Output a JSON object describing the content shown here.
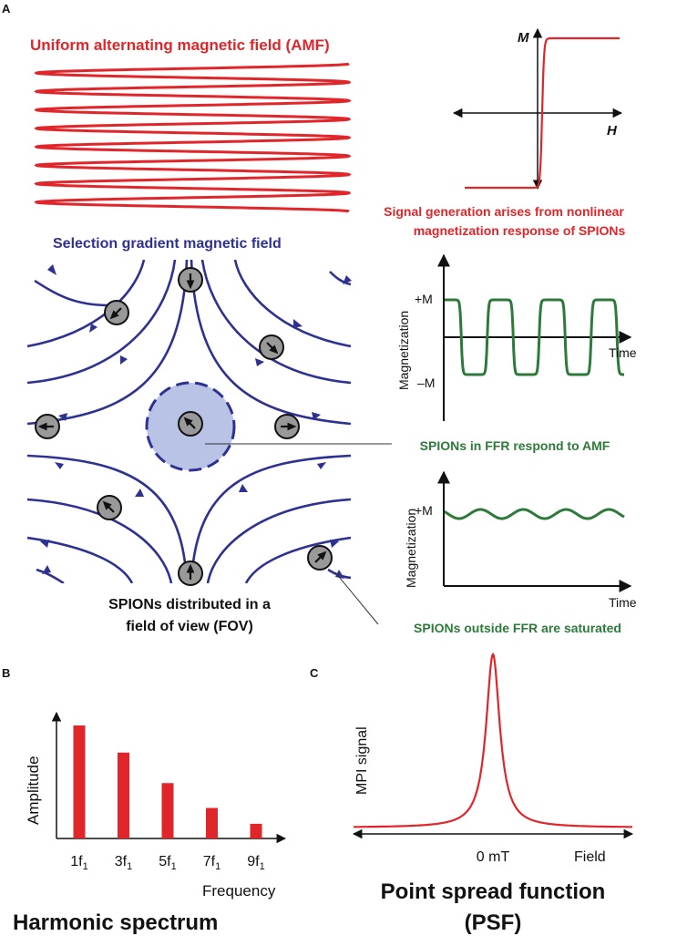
{
  "colors": {
    "amf": "#e0262a",
    "gradient": "#2e3192",
    "ffr_fill": "#b9c3e6",
    "response": "#2d7a3a",
    "bar": "#e0262a",
    "psf": "#e0262a"
  },
  "panel_a": {
    "label": "A",
    "amf_title": "Uniform alternating magnetic field (AMF)",
    "gradient_title": "Selection gradient magnetic field",
    "fov_caption_line1": "SPIONs distributed in a",
    "fov_caption_line2": "field of view (FOV)",
    "mh_curve": {
      "y_axis": "M",
      "x_axis": "H"
    },
    "signal_caption_line1": "Signal generation arises from nonlinear",
    "signal_caption_line2": "magnetization response of SPIONs",
    "ffr_plot": {
      "ylabel": "Magnetization",
      "xlabel": "Time",
      "plus": "+M",
      "minus": "–M"
    },
    "ffr_caption": "SPIONs in FFR respond to AMF",
    "sat_plot": {
      "ylabel": "Magnetization",
      "xlabel": "Time",
      "plus": "+M"
    },
    "sat_caption": "SPIONs outside FFR are saturated"
  },
  "panel_b": {
    "label": "B",
    "title": "Harmonic spectrum",
    "chart_data": {
      "type": "bar",
      "categories": [
        "1f1",
        "3f1",
        "5f1",
        "7f1",
        "9f1"
      ],
      "values": [
        1.0,
        0.76,
        0.49,
        0.27,
        0.13
      ],
      "xlabel": "Frequency",
      "ylabel": "Amplitude"
    },
    "ticks": [
      {
        "main": "1f",
        "sub": "1"
      },
      {
        "main": "3f",
        "sub": "1"
      },
      {
        "main": "5f",
        "sub": "1"
      },
      {
        "main": "7f",
        "sub": "1"
      },
      {
        "main": "9f",
        "sub": "1"
      }
    ]
  },
  "panel_c": {
    "label": "C",
    "title_line1": "Point spread function",
    "title_line2": "(PSF)",
    "ylabel": "MPI signal",
    "xlabel": "Field",
    "center_tick": "0 mT"
  }
}
